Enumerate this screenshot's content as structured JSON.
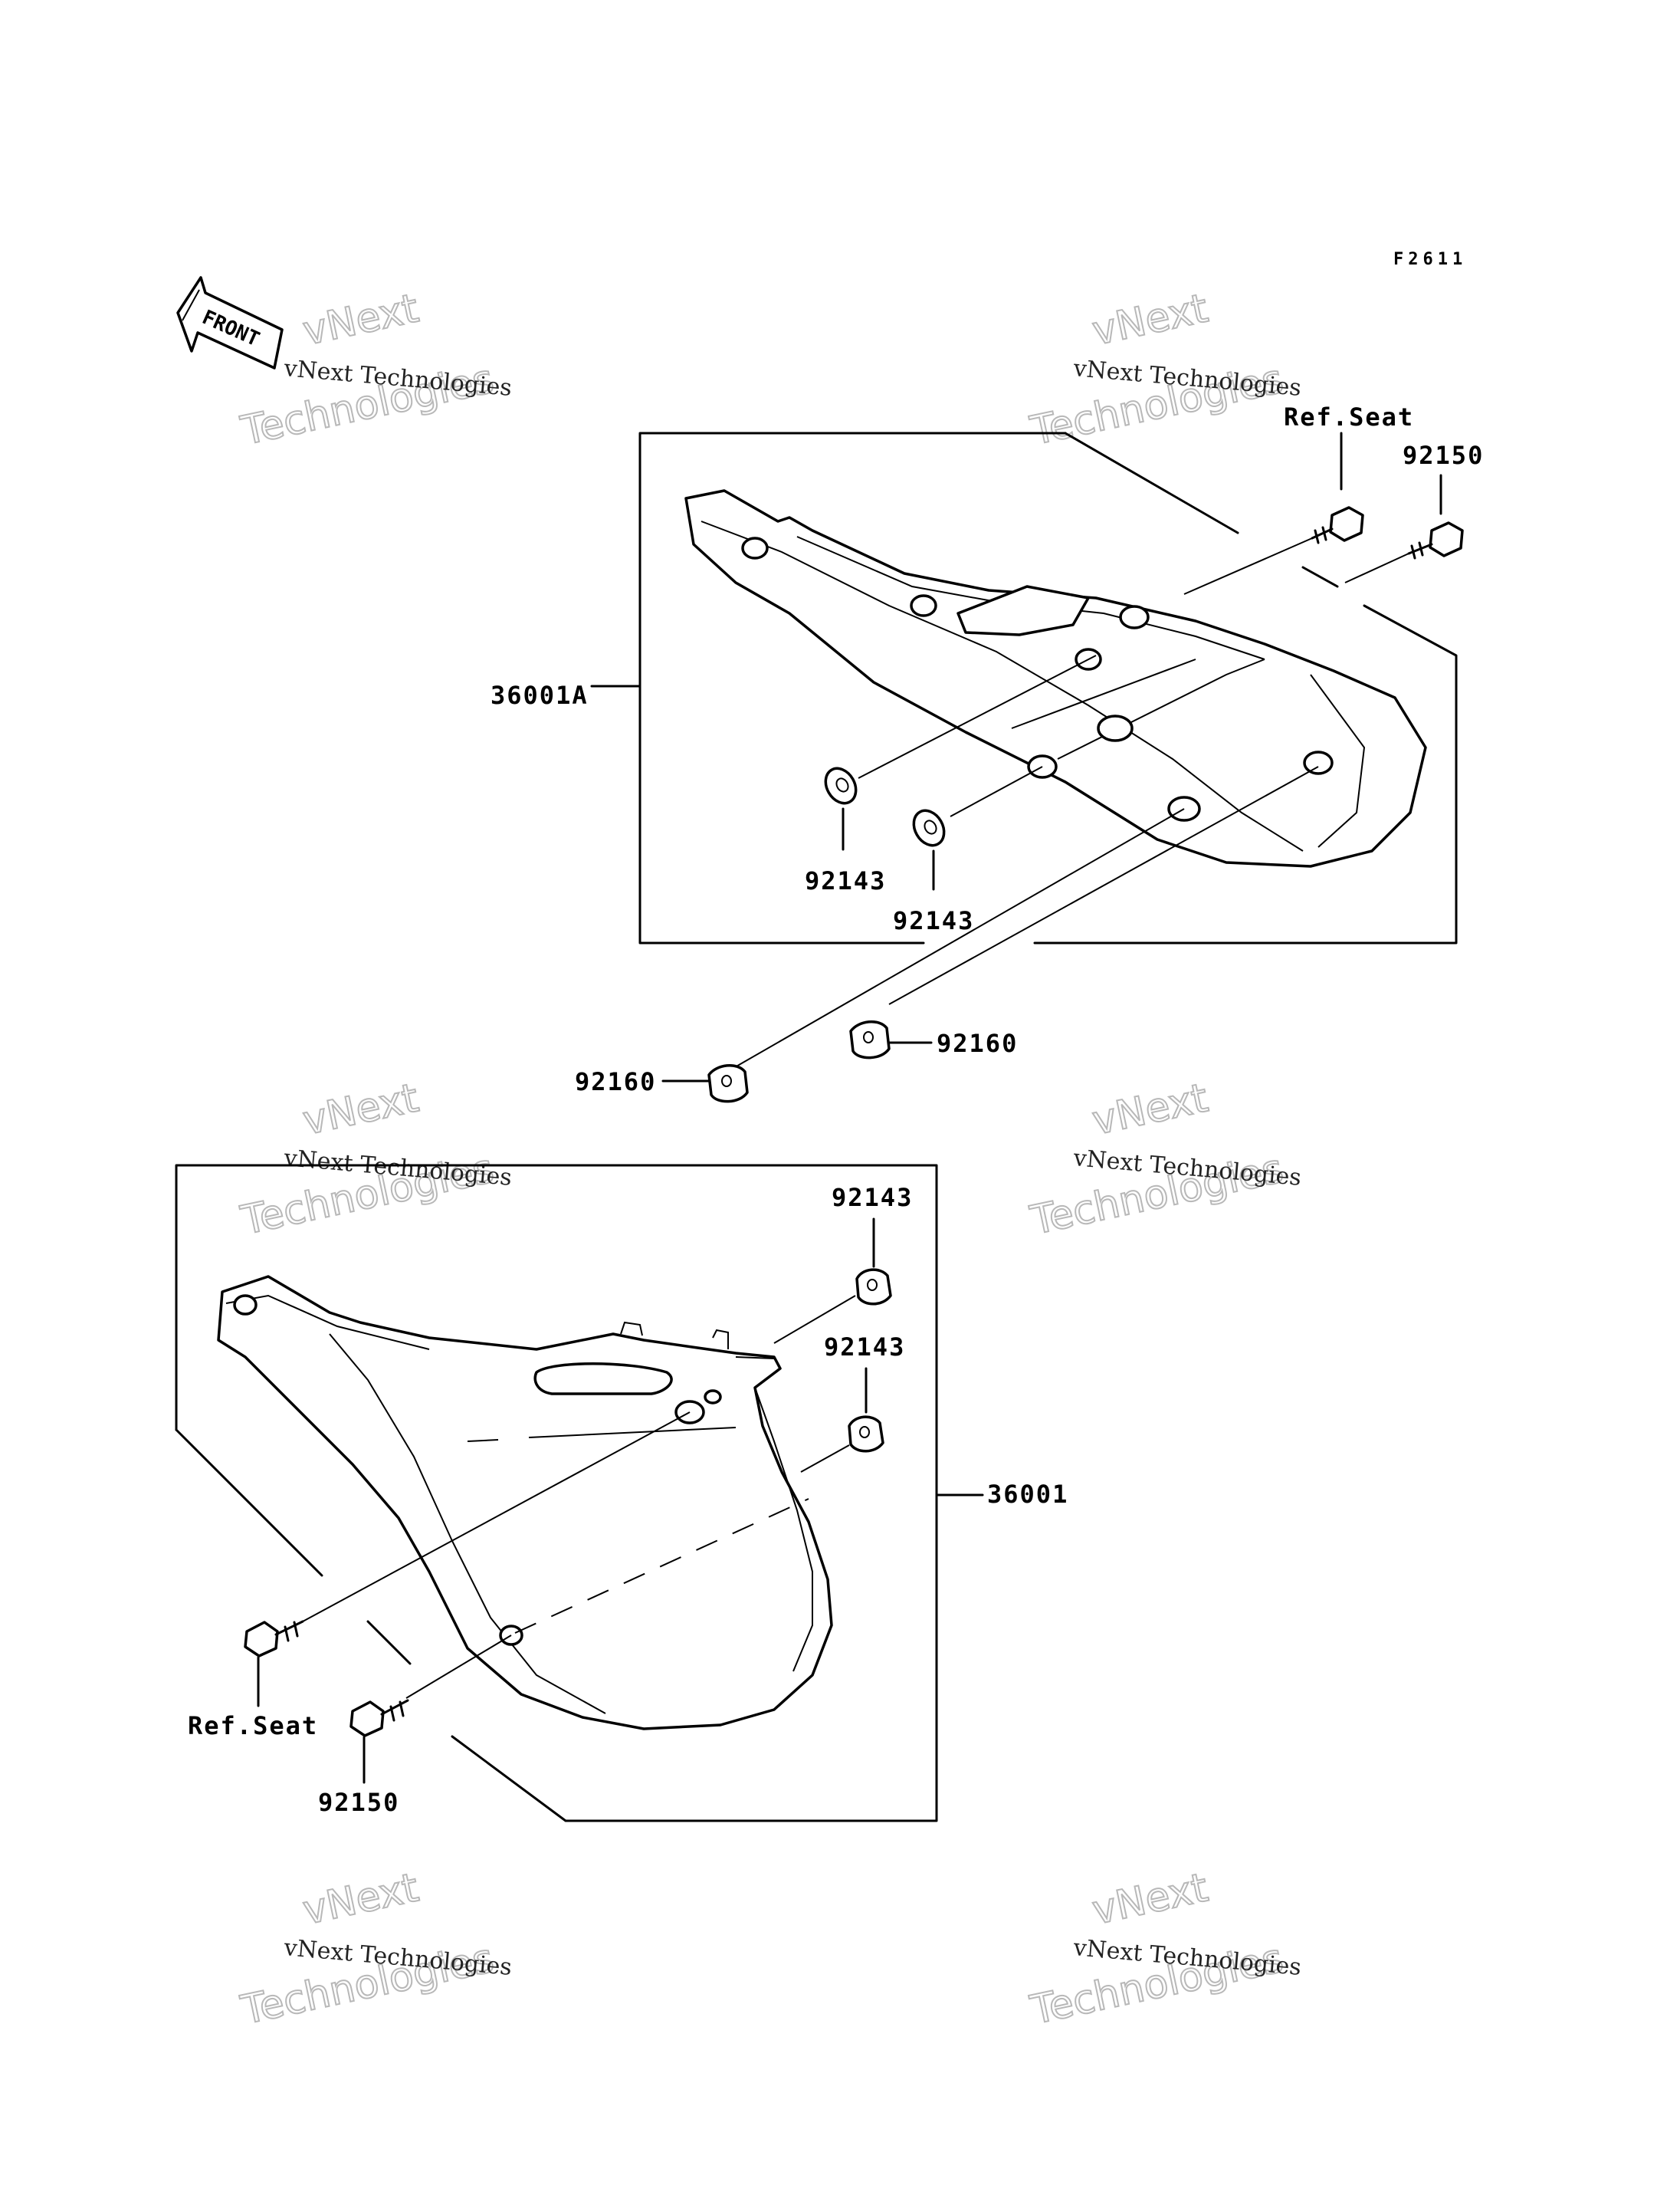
{
  "figure_code": "F2611",
  "front_label": "FRONT",
  "watermark": {
    "line1": "vNext Technologies",
    "line2": "vNext",
    "line3": "Technologies"
  },
  "upper_assembly": {
    "part_number": "36001A",
    "callouts": {
      "ref_seat": "Ref.Seat",
      "bolt": "92150",
      "washer_left": "92143",
      "washer_right": "92143",
      "damper_left": "92160",
      "damper_right": "92160"
    }
  },
  "lower_assembly": {
    "part_number": "36001",
    "callouts": {
      "washer_top": "92143",
      "washer_mid": "92143",
      "ref_seat": "Ref.Seat",
      "bolt": "92150"
    }
  }
}
